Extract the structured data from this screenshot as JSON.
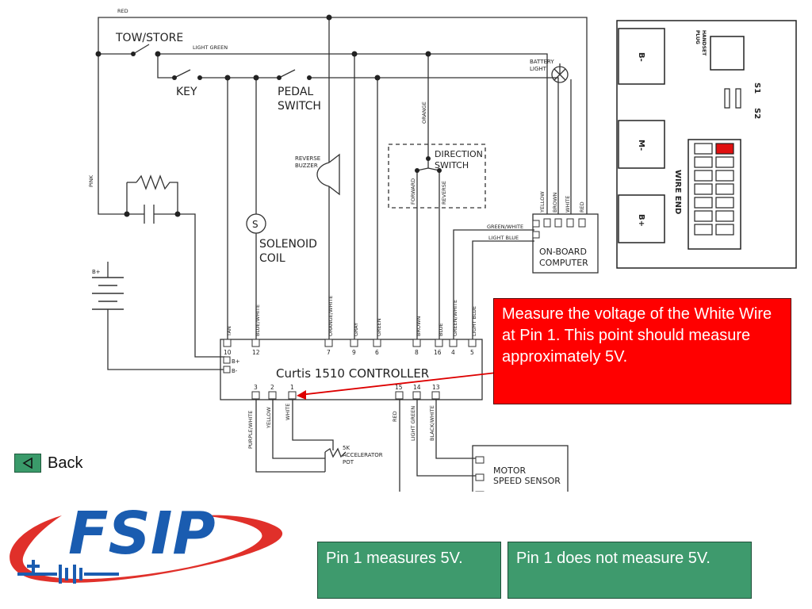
{
  "diagram": {
    "wire_labels": {
      "red": "RED",
      "light_green": "LIGHT GREEN",
      "pink": "PINK",
      "orange": "ORANGE",
      "tan": "TAN",
      "blue_white": "BLUE/WHITE",
      "orange_white": "ORANGE/WHITE",
      "gray": "GRAY",
      "green": "GREEN",
      "brown": "BROWN",
      "blue": "BLUE",
      "green_white": "GREEN/WHITE",
      "light_blue": "LIGHT BLUE",
      "forward": "FORWARD",
      "reverse": "REVERSE",
      "yellow": "YELLOW",
      "white": "WHITE",
      "purple_white": "PURPLE/WHITE",
      "black_white": "BLACK/WHITE",
      "red_bottom": "RED",
      "light_green_bottom": "LIGHT GREEN",
      "yellow_bottom": "YELLOW",
      "white_bottom": "WHITE",
      "brown_top": "BROWN",
      "white_top": "WHITE",
      "red_top": "RED",
      "yellow_top": "YELLOW",
      "green_white_top": "GREEN/WHITE",
      "light_blue_top": "LIGHT BLUE"
    },
    "components": {
      "tow_store": "TOW/STORE",
      "key": "KEY",
      "pedal_switch_1": "PEDAL",
      "pedal_switch_2": "SWITCH",
      "reverse_buzzer_1": "REVERSE",
      "reverse_buzzer_2": "BUZZER",
      "direction_switch_1": "DIRECTION",
      "direction_switch_2": "SWITCH",
      "solenoid_symbol": "S",
      "solenoid_1": "SOLENOID",
      "solenoid_2": "COIL",
      "battery_light_1": "BATTERY",
      "battery_light_2": "LIGHT",
      "onboard_1": "ON-BOARD",
      "onboard_2": "COMPUTER",
      "battery_plus": "B+",
      "controller": "Curtis  1510  CONTROLLER",
      "b_plus_pin": "B+",
      "b_minus_pin": "B-",
      "pot_1": "5K",
      "pot_2": "ACCELERATOR",
      "pot_3": "POT",
      "motor_1": "MOTOR",
      "motor_2": "SPEED  SENSOR"
    },
    "pins_top": [
      "10",
      "12",
      "7",
      "9",
      "6",
      "8",
      "16",
      "4",
      "5"
    ],
    "pins_bottom": [
      "3",
      "2",
      "1",
      "15",
      "14",
      "13"
    ]
  },
  "board": {
    "b_minus": "B-",
    "m_minus": "M-",
    "b_plus": "B+",
    "handset_1": "HANDSET",
    "handset_2": "PLUG",
    "s1": "S1",
    "s2": "S2",
    "wire_end": "WIRE END"
  },
  "callout": {
    "text": "Measure the voltage of the White Wire at Pin 1.  This point should measure approximately 5V."
  },
  "nav": {
    "back_label": "Back"
  },
  "answers": {
    "yes": "Pin 1 measures 5V.",
    "no": "Pin 1 does not measure 5V."
  },
  "logo": {
    "text": "FSIP"
  },
  "colors": {
    "callout": "#ff0000",
    "answer": "#3e9a6d",
    "logo_blue": "#1a5cb0",
    "logo_red": "#e0302a",
    "highlight_pin": "#e01010"
  }
}
